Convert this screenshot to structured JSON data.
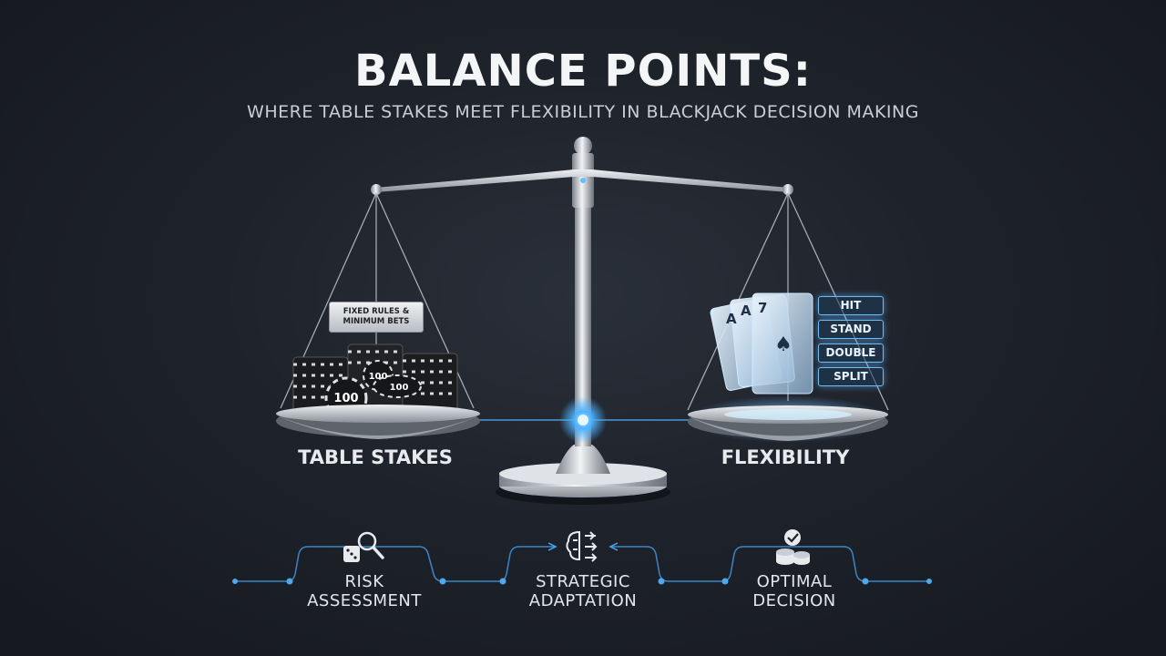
{
  "header": {
    "title": "BALANCE POINTS:",
    "subtitle": "WHERE TABLE STAKES MEET FLEXIBILITY IN BLACKJACK DECISION MAKING"
  },
  "left_pan": {
    "label": "TABLE STAKES",
    "plaque": "FIXED RULES &\nMINIMUM BETS",
    "chip_labels": [
      "100",
      "100",
      "100"
    ]
  },
  "right_pan": {
    "label": "FLEXIBILITY",
    "cards": [
      "A",
      "A",
      "7"
    ],
    "actions": [
      "HIT",
      "STAND",
      "DOUBLE",
      "SPLIT"
    ]
  },
  "steps": [
    {
      "line1": "RISK",
      "line2": "ASSESSMENT",
      "icon": "dice-magnifier-icon"
    },
    {
      "line1": "STRATEGIC",
      "line2": "ADAPTATION",
      "icon": "brain-arrows-icon"
    },
    {
      "line1": "OPTIMAL",
      "line2": "DECISION",
      "icon": "coins-check-icon"
    }
  ],
  "colors": {
    "accent_glow": "#4fb3ff",
    "background": "#1e222a",
    "metal": "#c9ced6"
  }
}
